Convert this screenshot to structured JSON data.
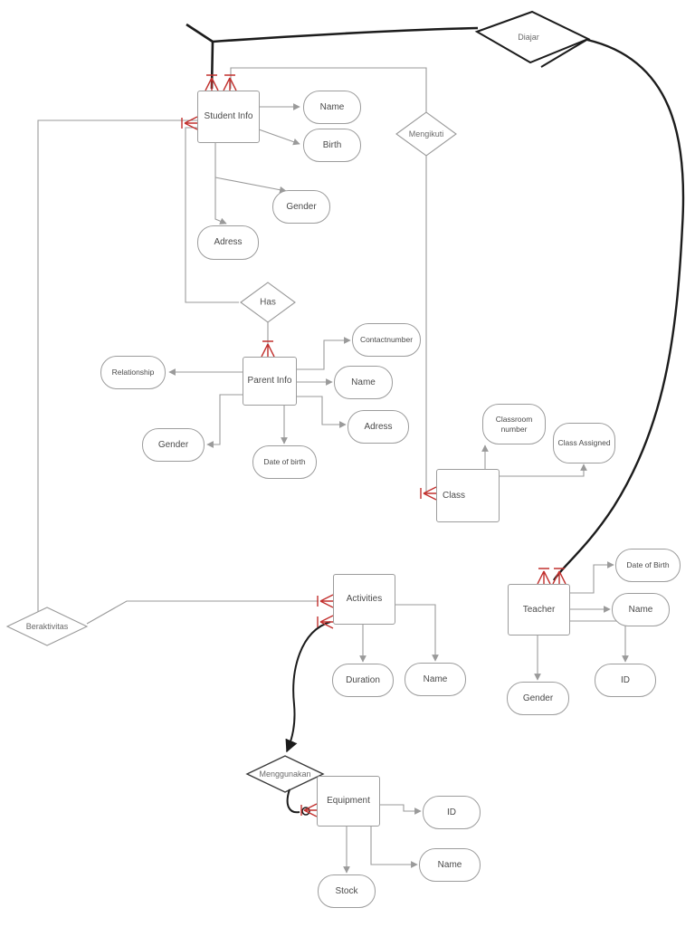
{
  "diagram": {
    "type": "entity-relationship-diagram",
    "entities": [
      {
        "id": "student-info",
        "label": "Student Info"
      },
      {
        "id": "parent-info",
        "label": "Parent Info"
      },
      {
        "id": "class",
        "label": "Class"
      },
      {
        "id": "teacher",
        "label": "Teacher"
      },
      {
        "id": "activities",
        "label": "Activities"
      },
      {
        "id": "equipment",
        "label": "Equipment"
      }
    ],
    "relationships": [
      {
        "id": "diajar",
        "label": "Diajar",
        "connects": [
          "Student Info",
          "Teacher"
        ]
      },
      {
        "id": "mengikuti",
        "label": "Mengikuti",
        "connects": [
          "Student Info",
          "Class"
        ]
      },
      {
        "id": "has",
        "label": "Has",
        "connects": [
          "Student Info",
          "Parent Info"
        ]
      },
      {
        "id": "beraktivitas",
        "label": "Beraktivitas",
        "connects": [
          "Student Info",
          "Activities"
        ]
      },
      {
        "id": "menggunakan",
        "label": "Menggunakan",
        "connects": [
          "Activities",
          "Equipment"
        ]
      }
    ],
    "attributes": [
      {
        "id": "student-name",
        "label": "Name",
        "entity": "Student Info"
      },
      {
        "id": "student-birth",
        "label": "Birth",
        "entity": "Student Info"
      },
      {
        "id": "student-gender",
        "label": "Gender",
        "entity": "Student Info"
      },
      {
        "id": "student-adress",
        "label": "Adress",
        "entity": "Student Info"
      },
      {
        "id": "parent-contactnumber",
        "label": "Contactnumber",
        "entity": "Parent Info"
      },
      {
        "id": "parent-name",
        "label": "Name",
        "entity": "Parent Info"
      },
      {
        "id": "parent-adress",
        "label": "Adress",
        "entity": "Parent Info"
      },
      {
        "id": "parent-relationship",
        "label": "Relationship",
        "entity": "Parent Info"
      },
      {
        "id": "parent-gender",
        "label": "Gender",
        "entity": "Parent Info"
      },
      {
        "id": "parent-date-of-birth",
        "label": "Date of birth",
        "entity": "Parent Info"
      },
      {
        "id": "class-classroom-number",
        "label": "Classroom number",
        "entity": "Class"
      },
      {
        "id": "class-assigned",
        "label": "Class Assigned",
        "entity": "Class"
      },
      {
        "id": "teacher-date-of-birth",
        "label": "Date of Birth",
        "entity": "Teacher"
      },
      {
        "id": "teacher-name",
        "label": "Name",
        "entity": "Teacher"
      },
      {
        "id": "teacher-id",
        "label": "ID",
        "entity": "Teacher"
      },
      {
        "id": "teacher-gender",
        "label": "Gender",
        "entity": "Teacher"
      },
      {
        "id": "activities-duration",
        "label": "Duration",
        "entity": "Activities"
      },
      {
        "id": "activities-name",
        "label": "Name",
        "entity": "Activities"
      },
      {
        "id": "equipment-id",
        "label": "ID",
        "entity": "Equipment"
      },
      {
        "id": "equipment-name",
        "label": "Name",
        "entity": "Equipment"
      },
      {
        "id": "equipment-stock",
        "label": "Stock",
        "entity": "Equipment"
      }
    ],
    "colors": {
      "connector": "#9a9a9a",
      "thick_link": "#1c1c1c",
      "crow_foot": "#c2312e",
      "node_border": "#9c9c9c",
      "text": "#4a4a4a"
    }
  }
}
